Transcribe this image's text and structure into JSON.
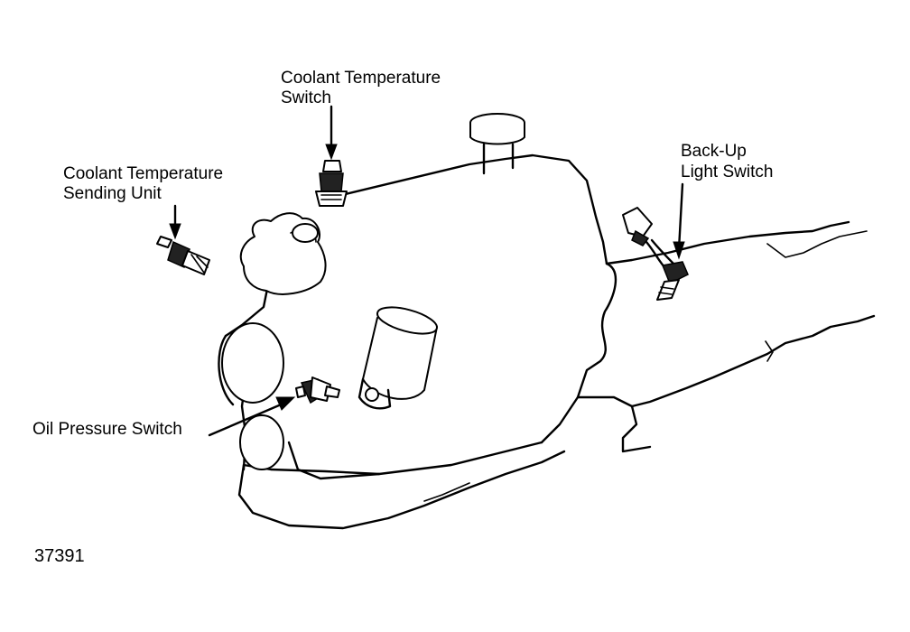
{
  "labels": {
    "coolant_temp_switch_line1": "Coolant Temperature",
    "coolant_temp_switch_line2": "Switch",
    "coolant_temp_sending_line1": "Coolant Temperature",
    "coolant_temp_sending_line2": "Sending Unit",
    "backup_light_line1": "Back-Up",
    "backup_light_line2": "Light Switch",
    "oil_pressure": "Oil Pressure Switch"
  },
  "figure_number": "37391",
  "colors": {
    "ink": "#000000",
    "background": "#ffffff"
  }
}
